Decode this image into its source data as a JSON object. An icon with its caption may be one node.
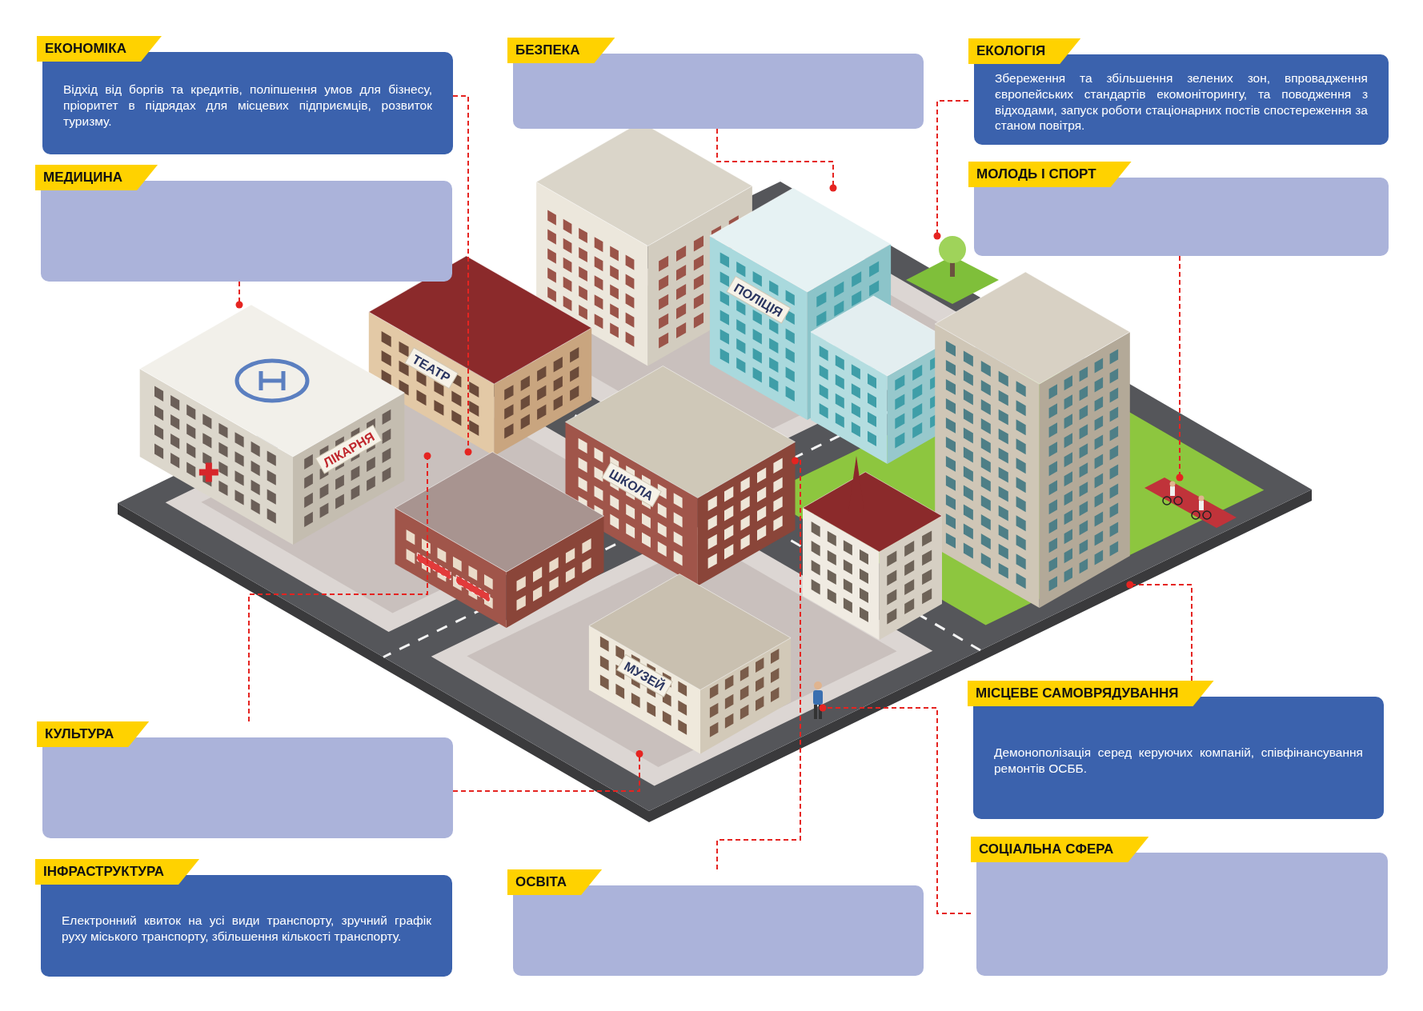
{
  "diagram": {
    "nodes": [
      {
        "text": [
          "ЕКОНОМІКА",
          "Відхід від боргів та кредитів, поліпшення умов для бізнесу, пріоритет в підрядах для місцевих підприємців, розвиток туризму."
        ]
      },
      {
        "text": [
          "БЕЗПЕКА"
        ]
      },
      {
        "text": [
          "ЕКОЛОГІЯ",
          "Збереження та збільшення зелених зон, впровадження європейських стандартів екомоніторингу, та поводження з відходами, запуск роботи стаціонарних постів спостереження за станом повітря."
        ]
      },
      {
        "text": [
          "МЕДИЦИНА"
        ]
      },
      {
        "text": [
          "МОЛОДЬ І СПОРТ"
        ]
      },
      {
        "text": [
          "КУЛЬТУРА"
        ]
      },
      {
        "text": [
          "МІСЦЕВЕ САМОВРЯДУВАННЯ",
          "Демонополізація серед керуючих компаній, співфінансування ремонтів ОСББ."
        ]
      },
      {
        "text": [
          "СОЦІАЛЬНА СФЕРА"
        ]
      },
      {
        "text": [
          "ІНФРАСТРУКТУРА",
          "Електронний квиток на усі види транспорту, зручний графік руху міського транспорту, збільшення кількості транспорту."
        ]
      },
      {
        "text": [
          "ОСВІТА"
        ]
      },
      {
        "text": [
          "ЛІКАРНЯ"
        ]
      },
      {
        "text": [
          "ТЕАТР"
        ]
      },
      {
        "text": [],
        "shape": "picture"
      },
      {
        "text": [
          "ПОЛІЦІЯ"
        ]
      },
      {
        "text": [],
        "shape": "picture"
      },
      {
        "text": [
          "ШКОЛА"
        ]
      },
      {
        "text": [],
        "shape": "picture"
      },
      {
        "text": [
          "МУЗЕЙ"
        ]
      },
      {
        "text": [],
        "shape": "person"
      },
      {
        "text": [],
        "shape": "picture"
      }
    ],
    "edges": [
      {
        "from": 0,
        "to": 12,
        "arrow": "other",
        "style": "dashed"
      },
      {
        "from": 1,
        "to": 13,
        "arrow": "other",
        "style": "dashed"
      },
      {
        "from": 2,
        "to": 14,
        "arrow": "other",
        "style": "dashed"
      },
      {
        "from": 3,
        "to": 10,
        "arrow": "other",
        "style": "dashed"
      },
      {
        "from": 4,
        "to": 19,
        "arrow": "other",
        "style": "dashed"
      },
      {
        "from": 5,
        "to": 11,
        "arrow": "other",
        "style": "dashed"
      },
      {
        "from": 5,
        "to": 17,
        "arrow": "other",
        "style": "dashed"
      },
      {
        "from": 6,
        "to": 16,
        "arrow": "other",
        "style": "dashed"
      },
      {
        "from": 7,
        "to": 18,
        "arrow": "other",
        "style": "dashed"
      },
      {
        "from": 9,
        "to": 15,
        "arrow": "other",
        "style": "dashed"
      }
    ]
  }
}
